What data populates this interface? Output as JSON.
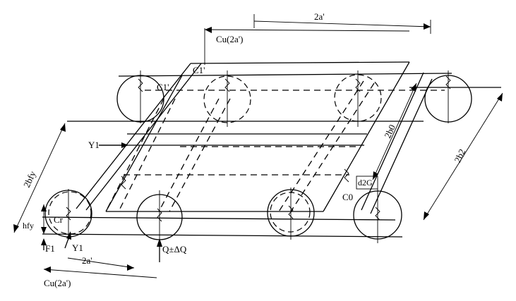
{
  "labels": {
    "top_span": "2a'",
    "top_cu": "Cu(2a')",
    "c1_upper": "C1'",
    "c1_left": "C1'",
    "y1": "Y1",
    "b_fy": "2bfy",
    "b_inner": "2b0",
    "b_outer": "2b2",
    "h_fy": "hfy",
    "cr": "Cr",
    "f1": "F1",
    "y_lower": "Y1",
    "bottom_span": "2a'",
    "bottom_cu": "Cu(2a')",
    "load": "Q±ΔQ",
    "d_label": "d2G",
    "c0": "C0"
  }
}
